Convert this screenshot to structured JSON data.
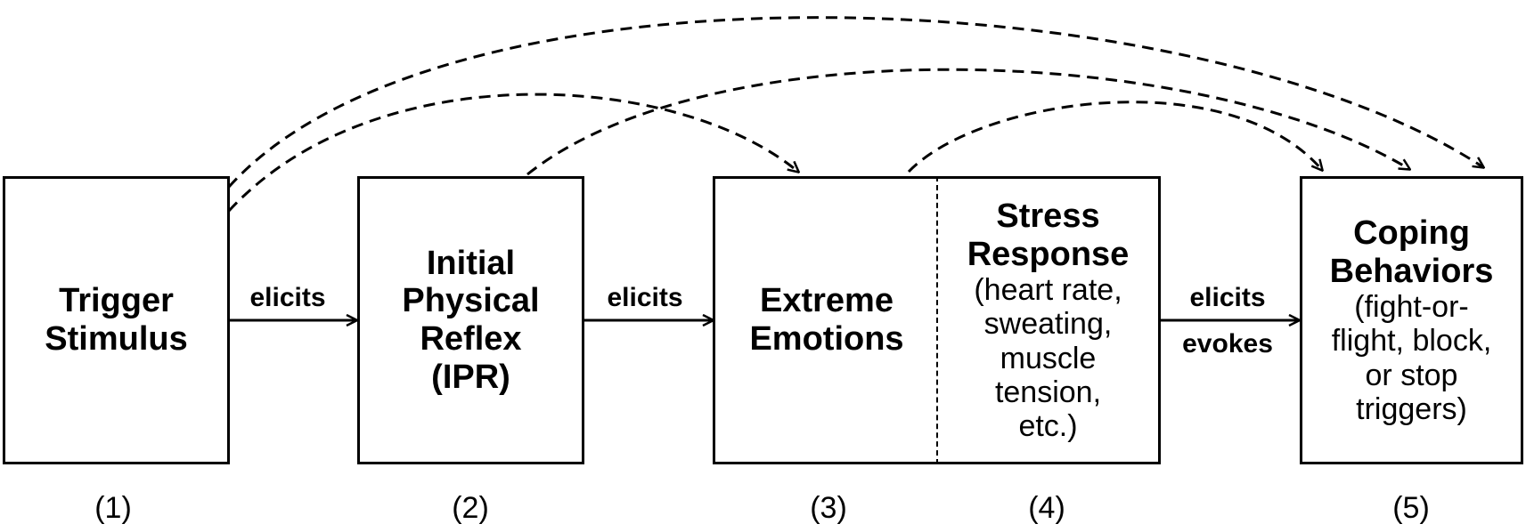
{
  "nodes": {
    "trigger": {
      "line1": "Trigger",
      "line2": "Stimulus",
      "number": "(1)"
    },
    "ipr": {
      "line1": "Initial",
      "line2": "Physical",
      "line3": "Reflex",
      "line4": "(IPR)",
      "number": "(2)"
    },
    "emotions": {
      "line1": "Extreme",
      "line2": "Emotions",
      "number": "(3)"
    },
    "stress": {
      "title1": "Stress",
      "title2": "Response",
      "desc1": "(heart rate,",
      "desc2": "sweating,",
      "desc3": "muscle",
      "desc4": "tension,",
      "desc5": "etc.)",
      "number": "(4)"
    },
    "coping": {
      "title1": "Coping",
      "title2": "Behaviors",
      "desc1": "(fight-or-",
      "desc2": "flight, block,",
      "desc3": "or stop",
      "desc4": "triggers)",
      "number": "(5)"
    }
  },
  "edges": {
    "e1": "elicits",
    "e2": "elicits",
    "e3a": "elicits",
    "e3b": "evokes"
  }
}
